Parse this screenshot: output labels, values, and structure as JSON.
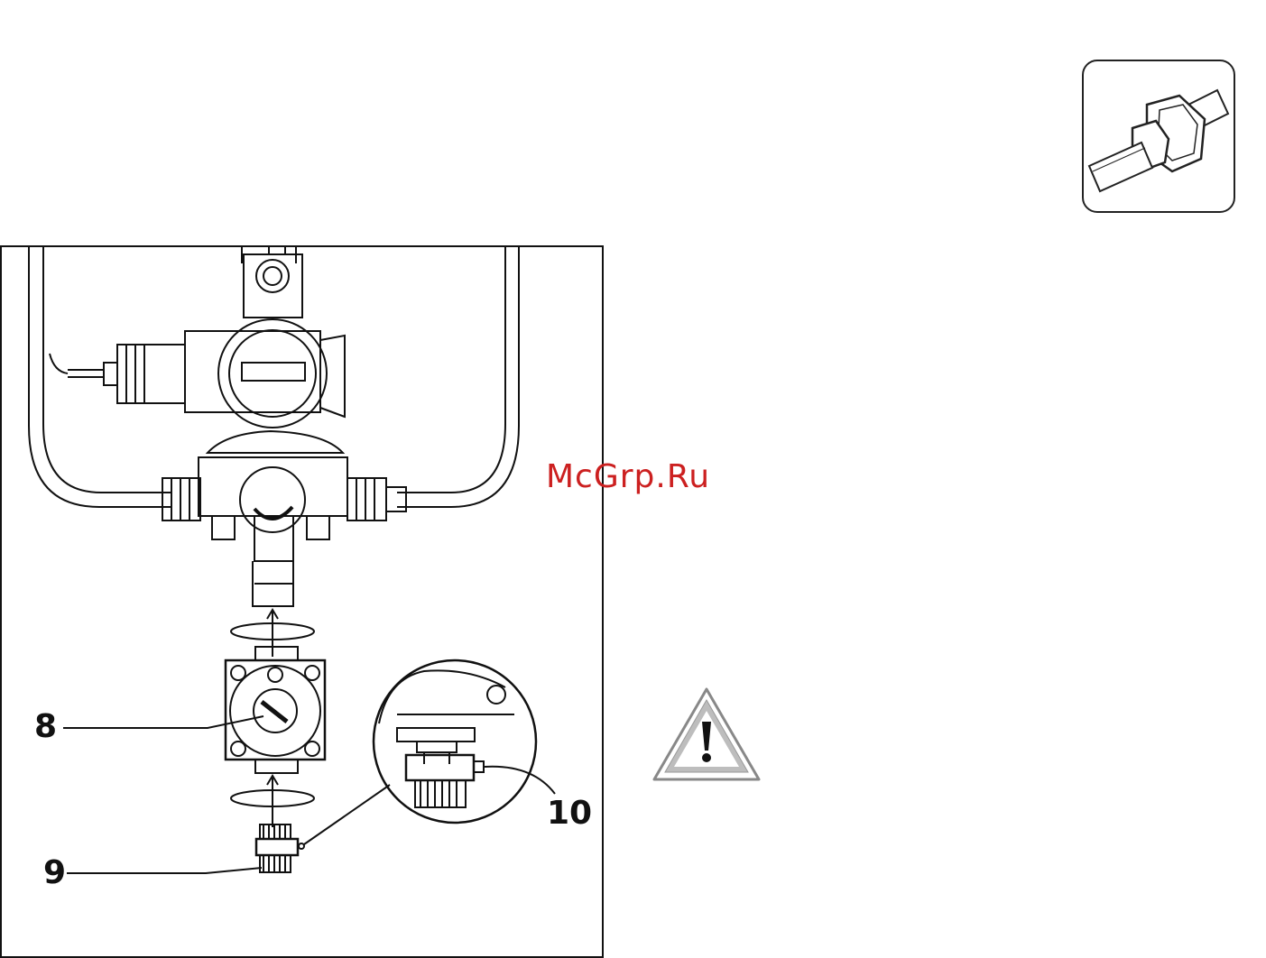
{
  "figure": {
    "callouts": {
      "label_8": "8",
      "label_9": "9",
      "label_10": "10"
    }
  },
  "watermark": {
    "text": "McGrp.Ru",
    "color": "#cc2020"
  },
  "icons": {
    "top_right": "pipe-fitting-icon",
    "warning": "warning-triangle-icon"
  }
}
